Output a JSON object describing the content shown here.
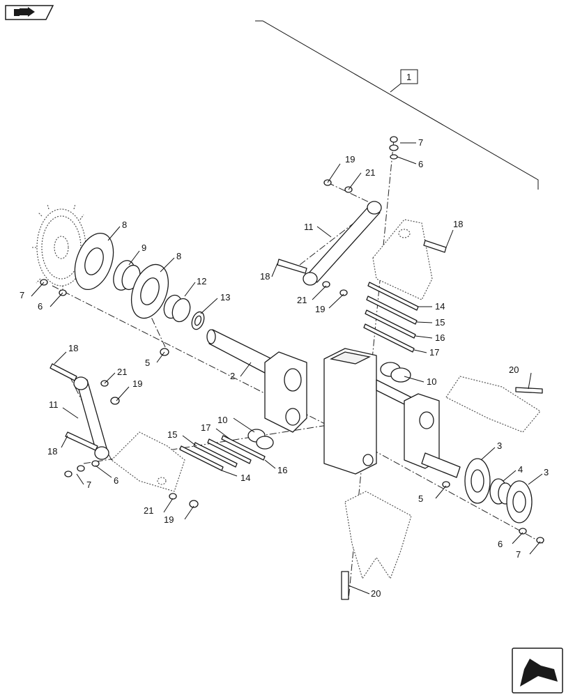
{
  "callouts": {
    "c1": "1",
    "c2": "2",
    "c3a": "3",
    "c3b": "3",
    "c4": "4",
    "c5a": "5",
    "c5b": "5",
    "c6a": "6",
    "c6b": "6",
    "c6c": "6",
    "c6d": "6",
    "c7a": "7",
    "c7b": "7",
    "c7c": "7",
    "c7d": "7",
    "c8a": "8",
    "c8b": "8",
    "c9": "9",
    "c10a": "10",
    "c10b": "10",
    "c11a": "11",
    "c11b": "11",
    "c12": "12",
    "c13": "13",
    "c14a": "14",
    "c14b": "14",
    "c15a": "15",
    "c15b": "15",
    "c16a": "16",
    "c16b": "16",
    "c17a": "17",
    "c17b": "17",
    "c18a": "18",
    "c18b": "18",
    "c18c": "18",
    "c18d": "18",
    "c19a": "19",
    "c19b": "19",
    "c19c": "19",
    "c19d": "19",
    "c20a": "20",
    "c20b": "20",
    "c21a": "21",
    "c21b": "21",
    "c21c": "21",
    "c21d": "21"
  },
  "icons": {
    "top_left": "book-arrow-icon",
    "bottom_right": "next-page-arrow-icon"
  }
}
